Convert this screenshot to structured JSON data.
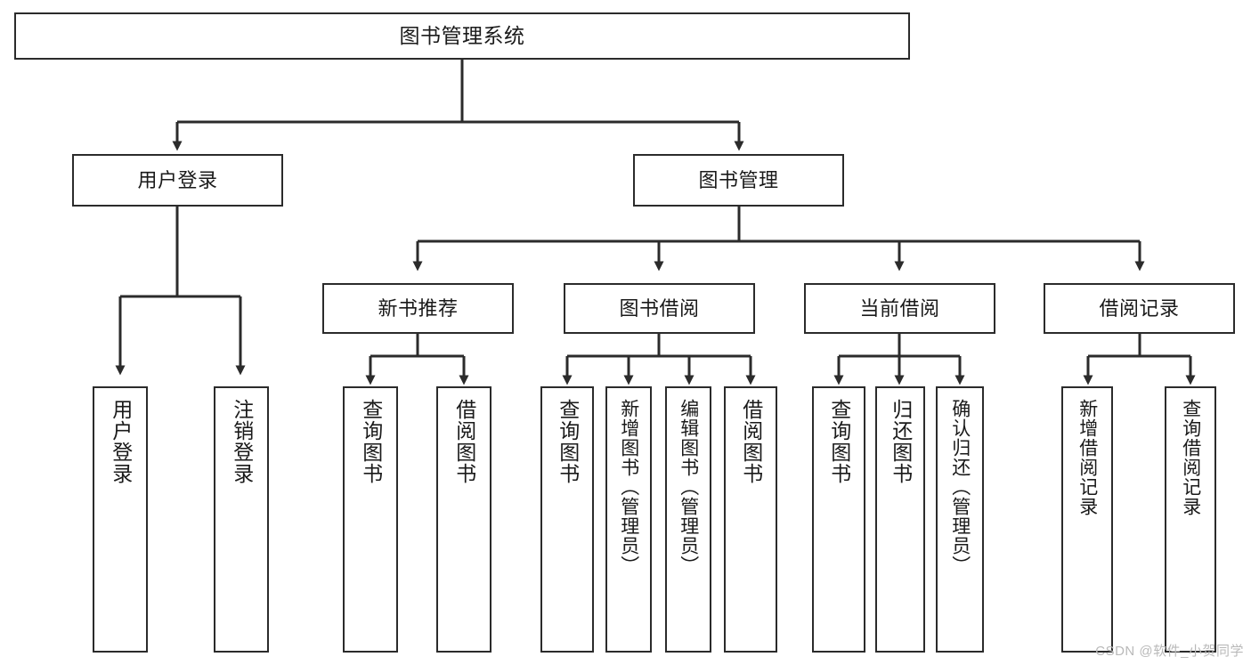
{
  "diagram": {
    "title": "图书管理系统",
    "type": "hierarchy-tree",
    "watermark": "CSDN @软件_小贺同学",
    "stroke_color": "#2b2b2b",
    "background_color": "#ffffff",
    "text_color": "#1a1a1a",
    "levels": 4,
    "nodes": {
      "root": {
        "label": "图书管理系统"
      },
      "level2": [
        {
          "label": "用户登录"
        },
        {
          "label": "图书管理"
        }
      ],
      "level3": [
        {
          "label": "新书推荐"
        },
        {
          "label": "图书借阅"
        },
        {
          "label": "当前借阅"
        },
        {
          "label": "借阅记录"
        }
      ],
      "leaves_user_login": [
        {
          "label": "用户登录"
        },
        {
          "label": "注销登录"
        }
      ],
      "leaves_new_book": [
        {
          "label": "查询图书"
        },
        {
          "label": "借阅图书"
        }
      ],
      "leaves_borrow": [
        {
          "label": "查询图书"
        },
        {
          "label": "新增图书（管理员）"
        },
        {
          "label": "编辑图书（管理员）"
        },
        {
          "label": "借阅图书"
        }
      ],
      "leaves_current": [
        {
          "label": "查询图书"
        },
        {
          "label": "归还图书"
        },
        {
          "label": "确认归还（管理员）"
        }
      ],
      "leaves_record": [
        {
          "label": "新增借阅记录"
        },
        {
          "label": "查询借阅记录"
        }
      ]
    }
  }
}
